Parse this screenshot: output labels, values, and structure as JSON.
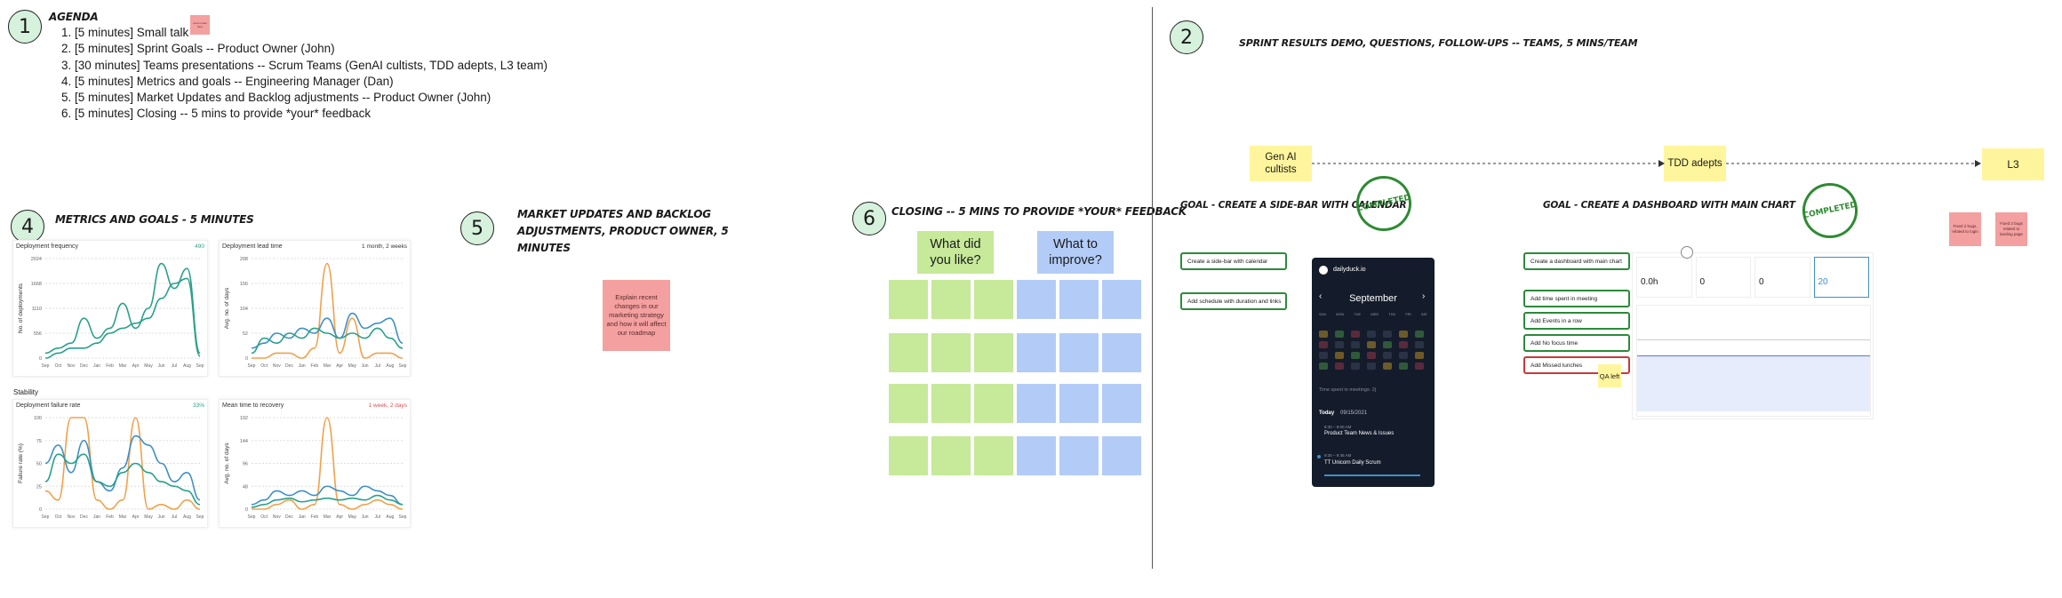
{
  "board": {
    "agenda": {
      "number": "1",
      "title": "Agenda",
      "items": [
        "[5 minutes] Small talk",
        "[5 minutes] Sprint Goals -- Product Owner (John)",
        "[30 minutes] Teams presentations -- Scrum Teams (GenAI cultists, TDD adepts, L3 team)",
        "[5 minutes] Metrics and goals -- Engineering Manager (Dan)",
        "[5 minutes] Market Updates and Backlog adjustments -- Product Owner (John)",
        "[5 minutes] Closing -- 5 mins to provide *your* feedback"
      ]
    },
    "metrics": {
      "number": "4",
      "title": "Metrics and goals - 5 minutes",
      "stability_label": "Stability",
      "charts": [
        {
          "title": "Deployment frequency",
          "value": "490",
          "ylabel": "No. of deployments",
          "yticks": [
            "2024",
            "1668",
            "1110",
            "556",
            "0"
          ]
        },
        {
          "title": "Deployment lead time",
          "value": "1 month, 2 weeks",
          "ylabel": "Avg. no. of days",
          "yticks": [
            "208",
            "156",
            "104",
            "52",
            "0"
          ]
        },
        {
          "title": "Deployment failure rate",
          "value": "33%",
          "ylabel": "Failure rate (%)",
          "yticks": [
            "100",
            "75",
            "50",
            "25",
            "0"
          ]
        },
        {
          "title": "Mean time to recovery",
          "value": "1 week, 2 days",
          "ylabel": "Avg. no. of days",
          "yticks": [
            "192",
            "144",
            "96",
            "48",
            "0"
          ]
        }
      ],
      "months": [
        "Sep",
        "Oct",
        "Nov",
        "Dec",
        "Jan",
        "Feb",
        "Mar",
        "Apr",
        "May",
        "Jun",
        "Jul",
        "Aug",
        "Sep"
      ]
    },
    "market": {
      "number": "5",
      "title": "Market updates and backlog adjustments, Product owner, 5 minutes",
      "sticky": "Explain recent changes in our marketing strategy and how it will affect our roadmap"
    },
    "closing": {
      "number": "6",
      "title": "Closing -- 5 mins to provide *your* feedback",
      "like": "What did you like?",
      "improve": "What to improve?"
    },
    "sprint": {
      "number": "2",
      "title": "Sprint results demo,  questions, follow-ups -- teams, 5 mins/team",
      "teams": [
        "Gen AI cultists",
        "TDD adepts",
        "L3"
      ],
      "goal1": "Goal - create a side-bar with calendar",
      "goal2": "Goal - create a dashboard with main chart",
      "stamp": "COMPLETED",
      "goal1_buttons": [
        "Create a side-bar with calendar",
        "Add schedule with duration and links"
      ],
      "goal2_buttons": [
        "Create a dashboard with main chart",
        "Add time spent in meeting",
        "Add Events in a row",
        "Add No focus time",
        "Add Missed lunches"
      ],
      "qa_note": "QA left",
      "l3_notes": [
        "Fixed 2 bugs, related to login",
        "Fixed 2 bugs related to landing page"
      ],
      "calendar": {
        "brand": "dailyduck.io",
        "month": "September",
        "weekdays": [
          "SUN",
          "MON",
          "TUE",
          "WED",
          "THU",
          "FRI",
          "SAT"
        ],
        "summary": "Time spent in meetings: 2j",
        "today_label": "Today",
        "today_date": "09/15/2021",
        "ev1_time": "8:30 – 9:00 AM",
        "ev1_title": "Product Team News & Issues",
        "ev2_time": "9:30 – 9:45 AM",
        "ev2_title": "TT Unicorn Daily Scrum"
      },
      "dashboard": {
        "stats": [
          "0.0h",
          "0",
          "0",
          "20"
        ]
      }
    },
    "small_sticky": "some notes here"
  },
  "colors": {
    "badge": "#d6f2dc",
    "sticky_yellow": "#fff59d",
    "sticky_green": "#c6e99a",
    "sticky_blue": "#b3ccf7",
    "sticky_pink": "#f4a0a0",
    "orange": "#f0a14b",
    "teal": "#2aa08a",
    "blue": "#3f8fc6",
    "stamp": "#2f8a33"
  }
}
